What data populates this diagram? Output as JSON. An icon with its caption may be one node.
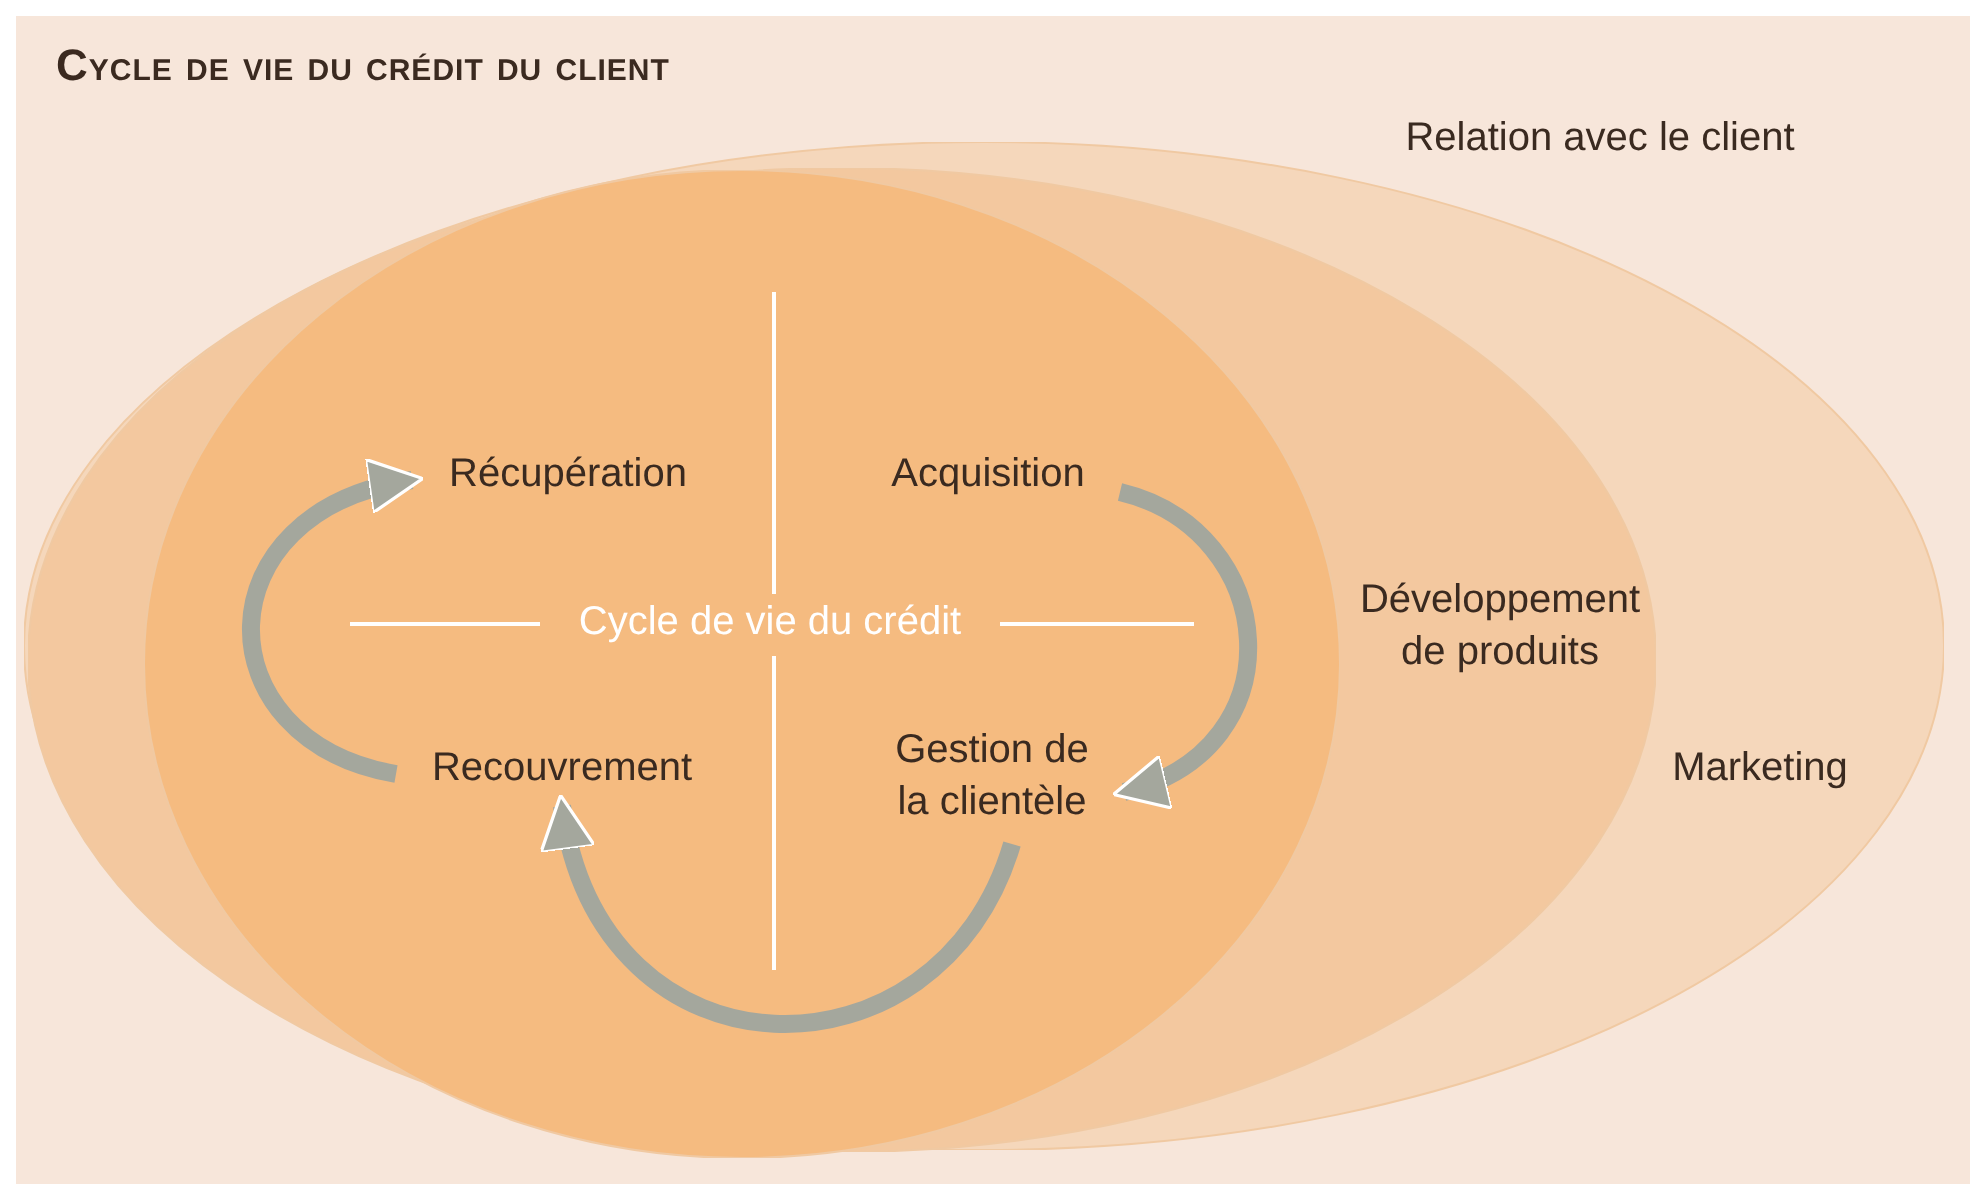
{
  "diagram": {
    "title": "Cycle de vie du crédit du client",
    "nodes": [
      {
        "text": [
          "Relation avec le client"
        ]
      },
      {
        "text": [
          "Marketing"
        ],
        "in": 0
      },
      {
        "text": [
          "Développement de produits"
        ],
        "in": 1
      },
      {
        "text": [
          "Cycle de vie du crédit"
        ],
        "in": 2
      },
      {
        "text": [
          "Récupération"
        ],
        "in": 3
      },
      {
        "text": [
          "Acquisition"
        ],
        "in": 3
      },
      {
        "text": [
          "Recouvrement"
        ],
        "in": 3
      },
      {
        "text": [
          "Gestion de la clientèle"
        ],
        "in": 3
      }
    ],
    "edges": [
      {
        "from": 5,
        "to": 7,
        "arrow": "to"
      },
      {
        "from": 7,
        "to": 6,
        "arrow": "to"
      },
      {
        "from": 6,
        "to": 4,
        "arrow": "to"
      }
    ]
  }
}
